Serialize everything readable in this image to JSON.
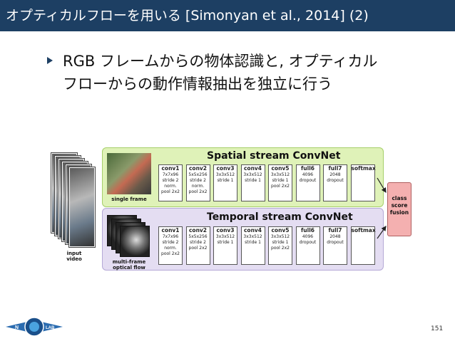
{
  "slide": {
    "title": "オプティカルフローを用いる [Simonyan et al., 2014] (2)",
    "bullet_line1": "RGB フレームからの物体認識と, オプティカル",
    "bullet_line2": "フローからの動作情報抽出を独立に行う",
    "page_number": "151"
  },
  "logo": {
    "left_letter": "N",
    "right_text": "LAB"
  },
  "figure": {
    "input_label": [
      "input",
      "video"
    ],
    "spatial": {
      "title": "Spatial stream ConvNet",
      "input_label": "single frame",
      "layers": [
        {
          "name": "conv1",
          "lines": [
            "7x7x96",
            "stride 2",
            "norm.",
            "pool 2x2"
          ]
        },
        {
          "name": "conv2",
          "lines": [
            "5x5x256",
            "stride 2",
            "norm.",
            "pool 2x2"
          ]
        },
        {
          "name": "conv3",
          "lines": [
            "3x3x512",
            "stride 1"
          ]
        },
        {
          "name": "conv4",
          "lines": [
            "3x3x512",
            "stride 1"
          ]
        },
        {
          "name": "conv5",
          "lines": [
            "3x3x512",
            "stride 1",
            "pool 2x2"
          ]
        },
        {
          "name": "full6",
          "lines": [
            "4096",
            "dropout"
          ]
        },
        {
          "name": "full7",
          "lines": [
            "2048",
            "dropout"
          ]
        },
        {
          "name": "softmax",
          "lines": []
        }
      ]
    },
    "temporal": {
      "title": "Temporal stream ConvNet",
      "input_label": [
        "multi-frame",
        "optical flow"
      ],
      "layers": [
        {
          "name": "conv1",
          "lines": [
            "7x7x96",
            "stride 2",
            "norm.",
            "pool 2x2"
          ]
        },
        {
          "name": "conv2",
          "lines": [
            "5x5x256",
            "stride 2",
            "pool 2x2"
          ]
        },
        {
          "name": "conv3",
          "lines": [
            "3x3x512",
            "stride 1"
          ]
        },
        {
          "name": "conv4",
          "lines": [
            "3x3x512",
            "stride 1"
          ]
        },
        {
          "name": "conv5",
          "lines": [
            "3x3x512",
            "stride 1",
            "pool 2x2"
          ]
        },
        {
          "name": "full6",
          "lines": [
            "4096",
            "dropout"
          ]
        },
        {
          "name": "full7",
          "lines": [
            "2048",
            "dropout"
          ]
        },
        {
          "name": "softmax",
          "lines": []
        }
      ]
    },
    "fusion_label": [
      "class",
      "score",
      "fusion"
    ]
  }
}
